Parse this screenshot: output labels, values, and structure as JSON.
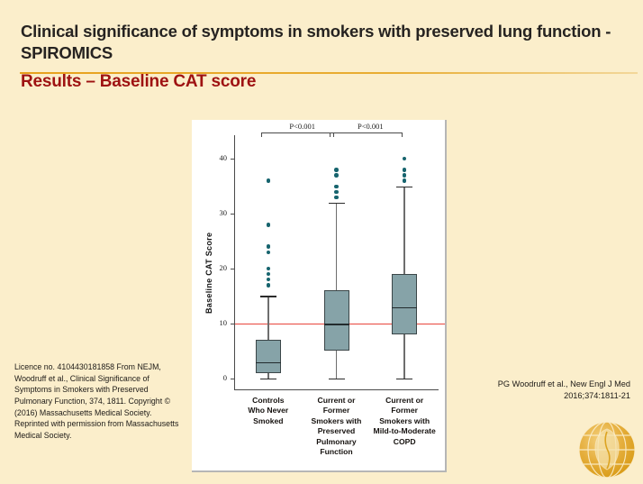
{
  "slide": {
    "title": "Clinical significance of symptoms in smokers with preserved lung function - SPIROMICS",
    "subtitle": "Results –  Baseline CAT score",
    "licence_text": "Licence no. 4104430181858   From NEJM, Woodruff et al., Clinical Significance of Symptoms in Smokers with Preserved Pulmonary Function, 374, 1811. Copyright © (2016) Massachusetts Medical Society. Reprinted with permission from Massachusetts Medical Society.",
    "citation_line1": "PG Woodruff  et al., New Engl J Med",
    "citation_line2": "2016;374:1811-21",
    "logo_name": "globe-lung-logo",
    "colors": {
      "background": "#fbeecb",
      "title": "#262321",
      "subtitle": "#9e1212",
      "rule": "#e8a11c",
      "box_fill": "#86a3a8",
      "box_stroke": "#3b4648",
      "outlier": "#17646e",
      "reference_line": "#e8453c",
      "logo": "#e0a727"
    }
  },
  "chart_data": {
    "type": "box",
    "title": "",
    "xlabel": "",
    "ylabel": "Baseline CAT Score",
    "ylim": [
      -2,
      43
    ],
    "yticks": [
      0,
      10,
      20,
      30,
      40
    ],
    "ytick_labels": [
      "0",
      "10",
      "20",
      "30",
      "40"
    ],
    "grid": false,
    "legend": "none",
    "reference_line": {
      "y": 10,
      "color": "#e8453c"
    },
    "categories": [
      "Controls\nWho Never\nSmoked",
      "Current or\nFormer\nSmokers with\nPreserved\nPulmonary\nFunction",
      "Current or\nFormer\nSmokers with\nMild-to-Moderate\nCOPD"
    ],
    "boxes": [
      {
        "label": "Controls Who Never Smoked",
        "whisker_low": 0,
        "q1": 1,
        "median": 3,
        "q3": 7,
        "whisker_high": 15,
        "outliers": [
          36,
          28,
          24,
          23,
          20,
          19,
          18,
          17
        ]
      },
      {
        "label": "Current or Former Smokers with Preserved Pulmonary Function",
        "whisker_low": 0,
        "q1": 5,
        "median": 10,
        "q3": 16,
        "whisker_high": 32,
        "outliers": [
          38,
          37,
          35,
          34,
          33
        ]
      },
      {
        "label": "Current or Former Smokers with Mild-to-Moderate COPD",
        "whisker_low": 0,
        "q1": 8,
        "median": 13,
        "q3": 19,
        "whisker_high": 35,
        "outliers": [
          40,
          38,
          37,
          36
        ]
      }
    ],
    "annotations": [
      {
        "text": "P<0.001",
        "between": [
          0,
          1
        ]
      },
      {
        "text": "P<0.001",
        "between": [
          1,
          2
        ]
      }
    ]
  }
}
